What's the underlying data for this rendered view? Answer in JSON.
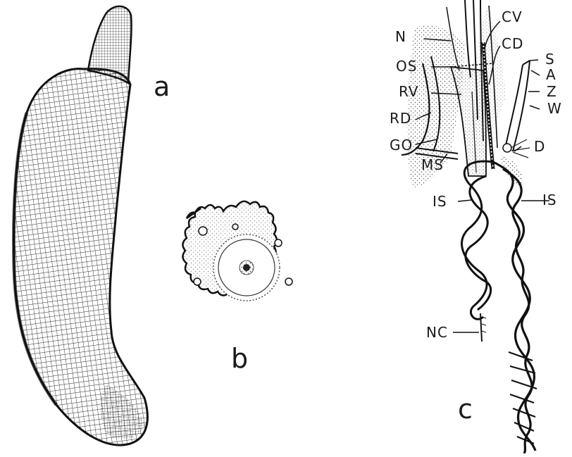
{
  "panels": {
    "a": "a",
    "b": "b",
    "c": "c"
  },
  "labels": {
    "N": "N",
    "OS": "OS",
    "RV": "RV",
    "RD": "RD",
    "GO": "GO",
    "MS": "MS",
    "IS_left": "IS",
    "NC": "NC",
    "CV": "CV",
    "CD": "CD",
    "S": "S",
    "A": "A",
    "Z": "Z",
    "W": "W",
    "D": "D",
    "IS_right": "IS"
  },
  "colors": {
    "ink": "#1a1a1a",
    "paper": "#ffffff"
  }
}
